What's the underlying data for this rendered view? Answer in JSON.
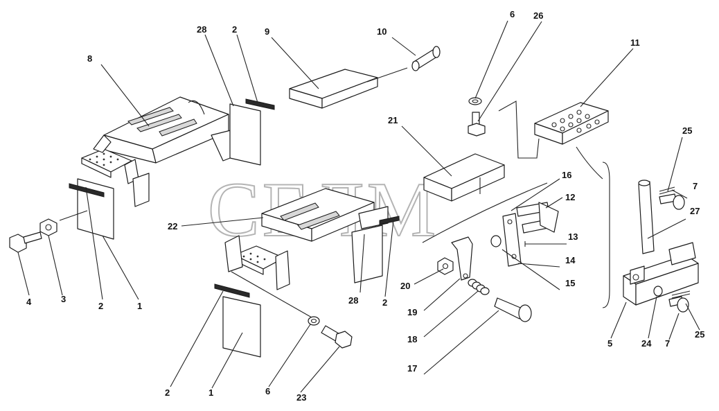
{
  "watermark": "СЕЛМ",
  "callouts": [
    {
      "id": "c-8",
      "text": "8"
    },
    {
      "id": "c-28a",
      "text": "28"
    },
    {
      "id": "c-2a",
      "text": "2"
    },
    {
      "id": "c-9",
      "text": "9"
    },
    {
      "id": "c-10",
      "text": "10"
    },
    {
      "id": "c-6a",
      "text": "6"
    },
    {
      "id": "c-26",
      "text": "26"
    },
    {
      "id": "c-11",
      "text": "11"
    },
    {
      "id": "c-21",
      "text": "21"
    },
    {
      "id": "c-25a",
      "text": "25"
    },
    {
      "id": "c-16",
      "text": "16"
    },
    {
      "id": "c-12",
      "text": "12"
    },
    {
      "id": "c-7a",
      "text": "7"
    },
    {
      "id": "c-27",
      "text": "27"
    },
    {
      "id": "c-22",
      "text": "22"
    },
    {
      "id": "c-13",
      "text": "13"
    },
    {
      "id": "c-14",
      "text": "14"
    },
    {
      "id": "c-15",
      "text": "15"
    },
    {
      "id": "c-20",
      "text": "20"
    },
    {
      "id": "c-19",
      "text": "19"
    },
    {
      "id": "c-18",
      "text": "18"
    },
    {
      "id": "c-17",
      "text": "17"
    },
    {
      "id": "c-28b",
      "text": "28"
    },
    {
      "id": "c-2b",
      "text": "2"
    },
    {
      "id": "c-4",
      "text": "4"
    },
    {
      "id": "c-3",
      "text": "3"
    },
    {
      "id": "c-2c",
      "text": "2"
    },
    {
      "id": "c-1a",
      "text": "1"
    },
    {
      "id": "c-5",
      "text": "5"
    },
    {
      "id": "c-24",
      "text": "24"
    },
    {
      "id": "c-7b",
      "text": "7"
    },
    {
      "id": "c-25b",
      "text": "25"
    },
    {
      "id": "c-2d",
      "text": "2"
    },
    {
      "id": "c-1b",
      "text": "1"
    },
    {
      "id": "c-6b",
      "text": "6"
    },
    {
      "id": "c-23",
      "text": "23"
    }
  ]
}
